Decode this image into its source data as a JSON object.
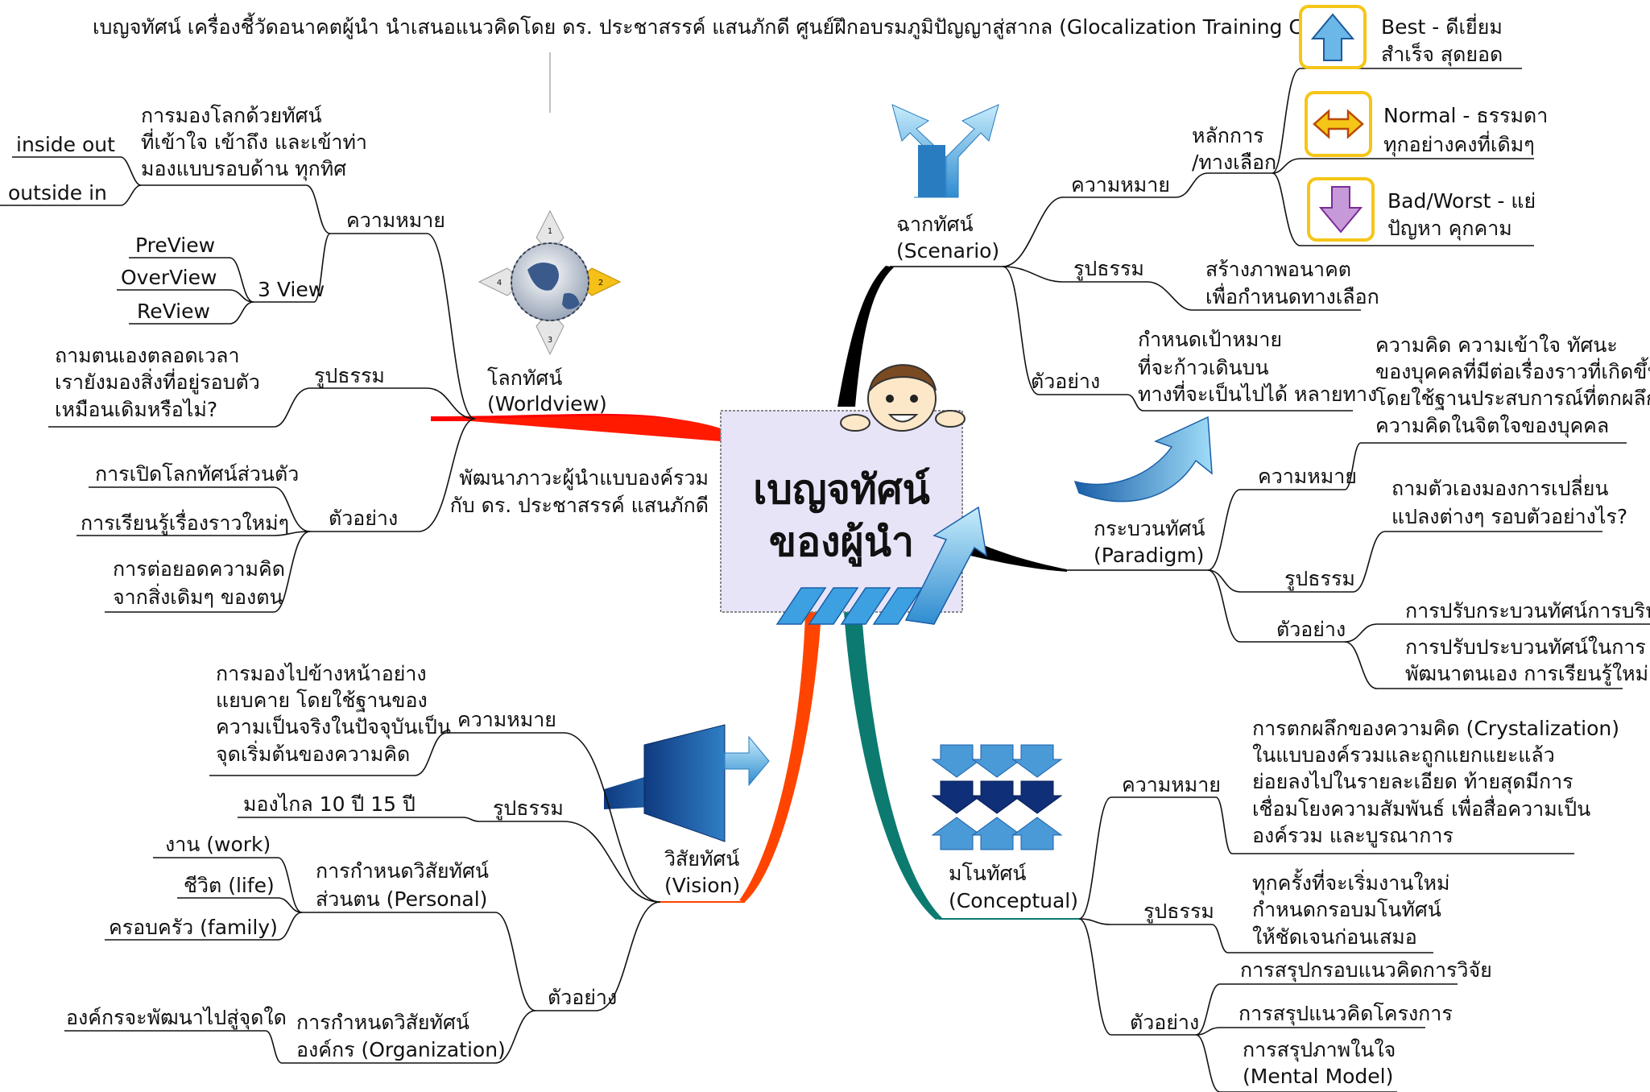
{
  "header": "เบญจทัศน์ เครื่องชี้วัดอนาคตผู้นำ นำเสนอแนวคิดโดย ดร. ประชาสรรค์ แสนภักดี ศูนย์ฝึกอบรมภูมิปัญญาสู่สากล (Glocalization Training Center)",
  "center": {
    "line1": "เบญจทัศน์",
    "line2": "ของผู้นำ",
    "caption1": "พัฒนาภาวะผู้นำแบบองค์รวม",
    "caption2": "กับ ดร. ประชาสรรค์ แสนภักดี"
  },
  "worldview": {
    "title1": "โลกทัศน์",
    "title2": "(Worldview)",
    "meaning_label": "ความหมาย",
    "meaning": [
      "การมองโลกด้วยทัศน์",
      "ที่เข้าใจ เข้าถึง และเข้าท่า",
      "มองแบบรอบด้าน ทุกทิศ"
    ],
    "inside_out": "inside out",
    "outside_in": "outside in",
    "three_view": "3 View",
    "views": [
      "PreView",
      "OverView",
      "ReView"
    ],
    "form_label": "รูปธรรม",
    "form": [
      "ถามตนเองตลอดเวลา",
      "เรายังมองสิ่งที่อยู่รอบตัว",
      "เหมือนเดิมหรือไม่?"
    ],
    "example_label": "ตัวอย่าง",
    "examples": [
      "การเปิดโลกทัศน์ส่วนตัว",
      "การเรียนรู้เรื่องราวใหม่ๆ"
    ],
    "example3": [
      "การต่อยอดความคิด",
      "จากสิ่งเดิมๆ ของตน"
    ],
    "globe_nums": [
      "1",
      "2",
      "3",
      "4"
    ]
  },
  "scenario": {
    "title1": "ฉากทัศน์",
    "title2": "(Scenario)",
    "meaning_label": "ความหมาย",
    "principle": [
      "หลักการ",
      "/ทางเลือก"
    ],
    "options": [
      {
        "line1": "Best - ดีเยี่ยม",
        "line2": "สำเร็จ สุดยอด"
      },
      {
        "line1": "Normal - ธรรมดา",
        "line2": "ทุกอย่างคงที่เดิมๆ"
      },
      {
        "line1": "Bad/Worst - แย่",
        "line2": "ปัญหา คุกคาม"
      }
    ],
    "form_label": "รูปธรรม",
    "form": [
      "สร้างภาพอนาคต",
      "เพื่อกำหนดทางเลือก"
    ],
    "example_label": "ตัวอย่าง",
    "example": [
      "กำหนดเป้าหมาย",
      "ที่จะก้าวเดินบน",
      "ทางที่จะเป็นไปได้ หลายทาง"
    ]
  },
  "paradigm": {
    "title1": "กระบวนทัศน์",
    "title2": "(Paradigm)",
    "meaning_label": "ความหมาย",
    "meaning": [
      "ความคิด ความเข้าใจ ทัศนะ",
      "ของบุคคลที่มีต่อเรื่องราวที่เกิดขึ้น",
      "โดยใช้ฐานประสบการณ์ที่ตกผลึก",
      "ความคิดในจิตใจของบุคคล"
    ],
    "form_label": "รูปธรรม",
    "form": [
      "ถามตัวเองมองการเปลี่ยน",
      "แปลงต่างๆ รอบตัวอย่างไร?"
    ],
    "example_label": "ตัวอย่าง",
    "example1": "การปรับกระบวนทัศน์การบริหาร",
    "example2": [
      "การปรับประบวนทัศน์ในการ",
      "พัฒนาตนเอง การเรียนรู้ใหม่"
    ]
  },
  "conceptual": {
    "title1": "มโนทัศน์",
    "title2": "(Conceptual)",
    "meaning_label": "ความหมาย",
    "meaning": [
      "การตกผลึกของความคิด (Crystalization)",
      "ในแบบองค์รวมและถูกแยกแยะแล้ว",
      "ย่อยลงไปในรายละเอียด ท้ายสุดมีการ",
      "เชื่อมโยงความสัมพันธ์ เพื่อสื่อความเป็น",
      "องค์รวม และบูรณาการ"
    ],
    "form_label": "รูปธรรม",
    "form": [
      "ทุกครั้งที่จะเริ่มงานใหม่",
      "กำหนดกรอบมโนทัศน์",
      "ให้ชัดเจนก่อนเสมอ"
    ],
    "example_label": "ตัวอย่าง",
    "examples": [
      "การสรุปกรอบแนวคิดการวิจัย",
      "การสรุปแนวคิดโครงการ"
    ],
    "example3": [
      "การสรุปภาพในใจ",
      "(Mental Model)"
    ]
  },
  "vision": {
    "title1": "วิสัยทัศน์",
    "title2": "(Vision)",
    "meaning_label": "ความหมาย",
    "meaning": [
      "การมองไปข้างหน้าอย่าง",
      "แยบคาย โดยใช้ฐานของ",
      "ความเป็นจริงในปัจจุบันเป็น",
      "จุดเริ่มต้นของความคิด"
    ],
    "form_label": "รูปธรรม",
    "form": "มองไกล 10 ปี 15 ปี",
    "personal": [
      "การกำหนดวิสัยทัศน์",
      "ส่วนตน (Personal)"
    ],
    "personal_items": [
      "งาน (work)",
      "ชีวิต (life)",
      "ครอบครัว (family)"
    ],
    "example_label": "ตัวอย่าง",
    "org": [
      "การกำหนดวิสัยทัศน์",
      "องค์กร (Organization)"
    ],
    "org_item": "องค์กรจะพัฒนาไปสู่จุดใด"
  },
  "colors": {
    "worldview_branch": "#ff0000",
    "scenario_branch": "#000000",
    "paradigm_branch": "#000000",
    "conceptual_branch": "#0d7a70",
    "vision_branch": "#ff4400",
    "center_fill": "#e8e4f8",
    "arrow_blue": "#4aa8e0",
    "icon_gold": "#f5c518"
  }
}
